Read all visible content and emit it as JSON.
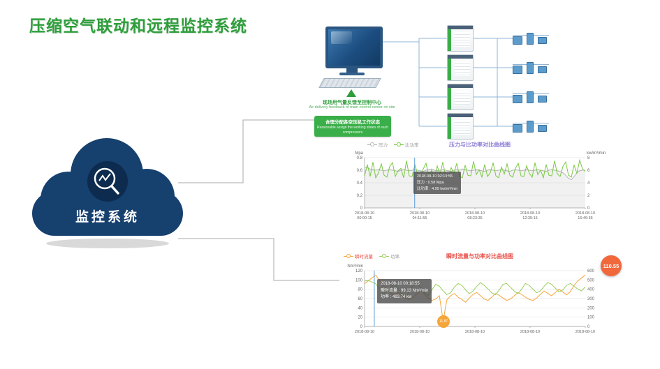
{
  "title": "压缩空气联动和远程监控系统",
  "cloud": {
    "label": "监控系统",
    "color": "#16406e",
    "icon": "magnifier-chart-icon"
  },
  "diagram": {
    "feedback_cn": "现场用气量反馈至控制中心",
    "feedback_en": "Air delivery feedback of main control center on site",
    "assign_cn": "合理分配各空压机工作状态",
    "assign_en": "Reasonable assign the working states of each compressors"
  },
  "chart_data": [
    {
      "type": "line",
      "title": "压力与比功率对比曲线图",
      "title_color": "#8f7fd6",
      "legend": [
        {
          "label": "压力",
          "color": "#b5b5b5"
        },
        {
          "label": "比功率",
          "color": "#7ac943"
        }
      ],
      "ylabel_left": "Mpa",
      "ylabel_right": "kw/m³/min",
      "yticks_left": [
        0,
        0.2,
        0.4,
        0.6,
        0.8
      ],
      "yticks_right": [
        0,
        2,
        4,
        6,
        8
      ],
      "ylim_left": [
        0,
        0.8
      ],
      "ylim_right": [
        0,
        8
      ],
      "xticks": [
        [
          "2018-08-10",
          "00:00:15"
        ],
        [
          "2018-08-10",
          "04:11:55"
        ],
        [
          "2018-08-10",
          "08:23:35"
        ],
        [
          "2018-08-10",
          "12:35:15"
        ],
        [
          "2018-08-10",
          "16:46:55"
        ]
      ],
      "series": [
        {
          "name": "压力",
          "axis": "left",
          "color": "#b5b5b5",
          "fill": true,
          "values": [
            0.65,
            0.64,
            0.62,
            0.61,
            0.6,
            0.61,
            0.6,
            0.59,
            0.6,
            0.61,
            0.6,
            0.59,
            0.58,
            0.6,
            0.61,
            0.6,
            0.59,
            0.6,
            0.61,
            0.6,
            0.59,
            0.58,
            0.6,
            0.61,
            0.62,
            0.6,
            0.59,
            0.6,
            0.61,
            0.6,
            0.59,
            0.58,
            0.6,
            0.61,
            0.6,
            0.62,
            0.61,
            0.6,
            0.59,
            0.6,
            0.61,
            0.6,
            0.59,
            0.58,
            0.6,
            0.61,
            0.6,
            0.59,
            0.6,
            0.61,
            0.6,
            0.59,
            0.58,
            0.6,
            0.61,
            0.6,
            0.59,
            0.6,
            0.61,
            0.6,
            0.59,
            0.6,
            0.61,
            0.6,
            0.59,
            0.58,
            0.6,
            0.61,
            0.6,
            0.59,
            0.58,
            0.56,
            0.52,
            0.47,
            0.45,
            0.5,
            0.56,
            0.59,
            0.6,
            0.6
          ]
        },
        {
          "name": "比功率",
          "axis": "right",
          "color": "#7ac943",
          "values": [
            5.1,
            6.9,
            5,
            7.3,
            4.8,
            5.6,
            7,
            5.2,
            4.9,
            6.6,
            7.2,
            5,
            5.9,
            6.3,
            4.8,
            7.5,
            5.1,
            5,
            6.9,
            5.4,
            4.9,
            6.2,
            7.1,
            5,
            6,
            4.8,
            6.7,
            5.3,
            7.3,
            5.1,
            4.9,
            6.4,
            5.5,
            7.1,
            5,
            4.8,
            6.8,
            5.2,
            5.1,
            7.4,
            5.3,
            6.1,
            4.9,
            6.9,
            5,
            5.6,
            7.2,
            5.1,
            4.8,
            6.5,
            5.4,
            7,
            5.2,
            4.9,
            6.3,
            7.1,
            5.1,
            5,
            6.7,
            5.5,
            4.9,
            7.2,
            5.3,
            6,
            4.8,
            6.9,
            5.2,
            5.1,
            7.5,
            5.4,
            5,
            6.6,
            7.3,
            5.2,
            4.9,
            6.8,
            5.5,
            7.6,
            6.2,
            5.8
          ]
        }
      ],
      "tooltip": {
        "time": "2018-08-10 02:19:55",
        "l1": "压力 : 0.58 Mpa",
        "l2": "比功率 : 4.99 kw/m³/min"
      }
    },
    {
      "type": "line",
      "title": "瞬时流量与功率对比曲线图",
      "title_color": "#e8524a",
      "legend": [
        {
          "label": "瞬时流量",
          "color": "#f5a63b"
        },
        {
          "label": "功率",
          "color": "#9acd5a"
        }
      ],
      "ylabel_left": "Nm³/min",
      "ylabel_right": "",
      "yticks_left": [
        0,
        20,
        40,
        60,
        80,
        100,
        120
      ],
      "yticks_right": [
        0,
        100,
        200,
        300,
        400,
        500,
        600
      ],
      "ylim_left": [
        0,
        120
      ],
      "ylim_right": [
        0,
        600
      ],
      "xticks": [
        "2018-08-10",
        "2018-08-10",
        "2018-08-10",
        "2018-08-10",
        "2018-08-10"
      ],
      "series": [
        {
          "name": "瞬时流量",
          "axis": "left",
          "color": "#f5a63b",
          "values": [
            92,
            98,
            105,
            110,
            99,
            88,
            78,
            72,
            68,
            73,
            66,
            61,
            58,
            63,
            70,
            76,
            69,
            61,
            56,
            59,
            66,
            12,
            57,
            66,
            71,
            63,
            58,
            52,
            61,
            69,
            73,
            66,
            59,
            56,
            63,
            71,
            67,
            61,
            56,
            59,
            66,
            73,
            69,
            63,
            58,
            56,
            61,
            69,
            76,
            71,
            66,
            73,
            80,
            74,
            68,
            75,
            88,
            98,
            104,
            110.55
          ]
        },
        {
          "name": "功率",
          "axis": "right",
          "color": "#9acd5a",
          "values": [
            488,
            494,
            478,
            458,
            402,
            352,
            382,
            422,
            452,
            402,
            352,
            322,
            382,
            442,
            462,
            422,
            362,
            332,
            392,
            452,
            432,
            382,
            342,
            362,
            422,
            462,
            442,
            392,
            352,
            382,
            432,
            472,
            442,
            402,
            362,
            342,
            392,
            452,
            462,
            422,
            382,
            352,
            402,
            462,
            442,
            402,
            362,
            382,
            432,
            472,
            452,
            412,
            372,
            392,
            442,
            462,
            432,
            402,
            382,
            425
          ]
        }
      ],
      "tooltip": {
        "time": "2018-08-10 00:18:55",
        "l1": "瞬时流量 : 99.13 Nm³/min",
        "l2": "功率 : 493.74 kw"
      },
      "annotations": [
        {
          "label": "110.55"
        },
        {
          "label": "11.87"
        }
      ]
    }
  ]
}
